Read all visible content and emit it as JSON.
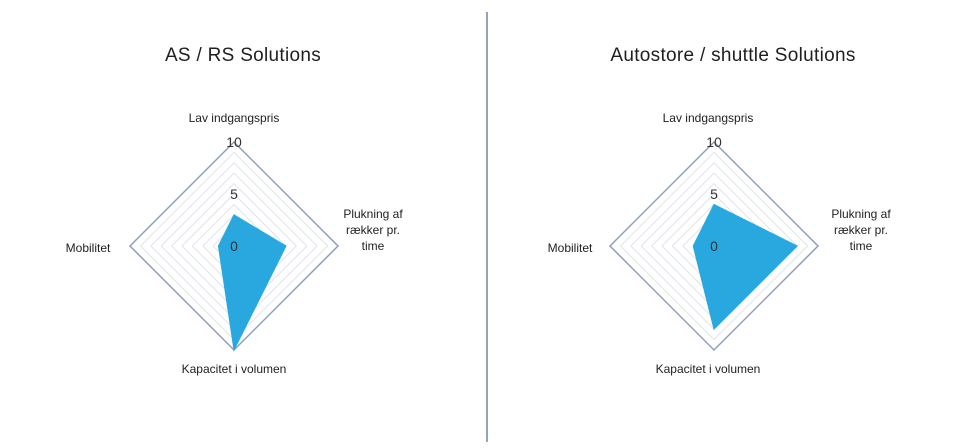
{
  "chart_data": [
    {
      "type": "radar",
      "title": "AS / RS Solutions",
      "axes": [
        "Lav indgangspris",
        "Plukning af rækker pr. time",
        "Kapacitet i volumen",
        "Mobilitet"
      ],
      "axis_label_lines": [
        [
          "Lav indgangspris"
        ],
        [
          "Plukning af",
          "rækker pr.",
          "time"
        ],
        [
          "Kapacitet i volumen"
        ],
        [
          "Mobilitet"
        ]
      ],
      "r_ticks": [
        0,
        5,
        10
      ],
      "r_range": [
        0,
        10
      ],
      "series": [
        {
          "values": [
            3,
            5,
            10,
            1.5
          ]
        }
      ],
      "colors": {
        "fill": "#29a8e0",
        "outer": "#8e9fbe",
        "grid": "#dfe3ea"
      }
    },
    {
      "type": "radar",
      "title": "Autostore / shuttle Solutions",
      "axes": [
        "Lav indgangspris",
        "Plukning af rækker pr. time",
        "Kapacitet i volumen",
        "Mobilitet"
      ],
      "axis_label_lines": [
        [
          "Lav indgangspris"
        ],
        [
          "Plukning af",
          "rækker pr.",
          "time"
        ],
        [
          "Kapacitet i volumen"
        ],
        [
          "Mobilitet"
        ]
      ],
      "r_ticks": [
        0,
        5,
        10
      ],
      "r_range": [
        0,
        10
      ],
      "series": [
        {
          "values": [
            4,
            8,
            8,
            2
          ]
        }
      ],
      "colors": {
        "fill": "#29a8e0",
        "outer": "#8e9fbe",
        "grid": "#dfe3ea"
      }
    }
  ]
}
